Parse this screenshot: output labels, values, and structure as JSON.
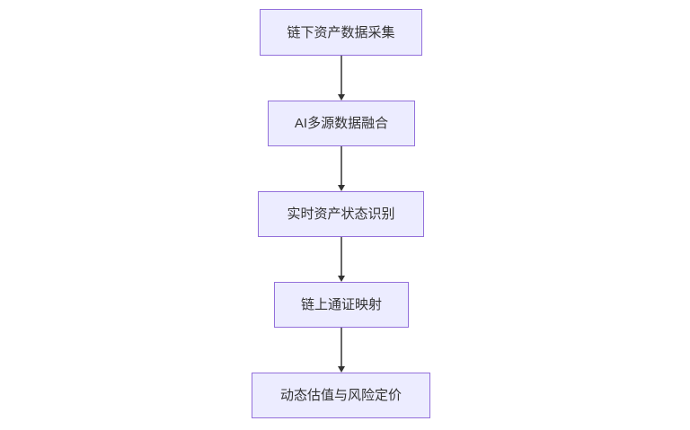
{
  "diagram": {
    "type": "flowchart-vertical",
    "colors": {
      "background": "#ffffff",
      "node_fill": "#ECECFF",
      "node_border": "#9370DB",
      "text_color": "#333333",
      "edge_line": "#666666",
      "arrow_head": "#333333"
    },
    "nodes": [
      {
        "label": "链下资产数据采集"
      },
      {
        "label": "AI多源数据融合"
      },
      {
        "label": "实时资产状态识别"
      },
      {
        "label": "链上通证映射"
      },
      {
        "label": "动态估值与风险定价"
      }
    ],
    "edges": [
      {
        "from": 0,
        "to": 1
      },
      {
        "from": 1,
        "to": 2
      },
      {
        "from": 2,
        "to": 3
      },
      {
        "from": 3,
        "to": 4
      }
    ]
  }
}
